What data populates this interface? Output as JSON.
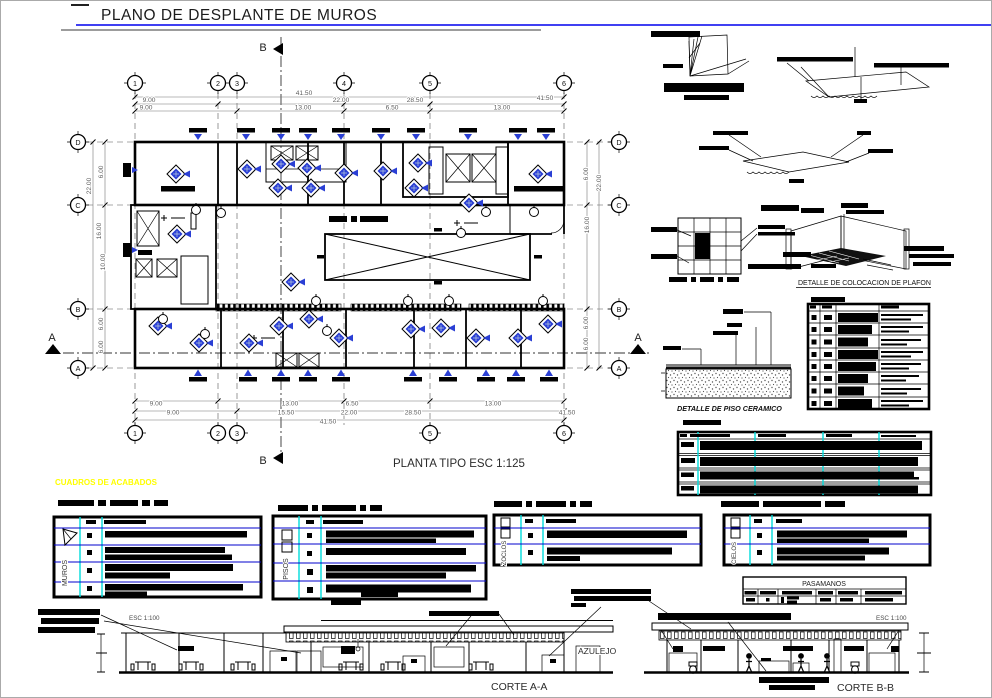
{
  "sheet": {
    "title": "PLANO DE DESPLANTE DE MUROS",
    "plan": {
      "caption": "PLANTA TIPO  ESC 1:125",
      "grid_cols": [
        "1",
        "2",
        "3",
        "4",
        "5",
        "6"
      ],
      "grid_rows": [
        "D",
        "C",
        "B",
        "A"
      ],
      "section_markers": {
        "a_left": "A",
        "a_right": "A",
        "b_top": "B",
        "b_bottom": "B"
      },
      "dims": {
        "top": [
          "41.50",
          "41.50",
          "9.00",
          "22.00",
          "28.50",
          "9.00",
          "13.00",
          "6.50",
          "13.00"
        ],
        "bottom": [
          "9.00",
          "13.00",
          "6.50",
          "13.00",
          "9.00",
          "15.50",
          "22.00",
          "28.50",
          "41.50",
          "41.50"
        ],
        "left": [
          "22.00",
          "6.00",
          "16.00",
          "10.00",
          "6.00",
          "6.00"
        ],
        "right": [
          "22.00",
          "6.00",
          "16.00",
          "6.00",
          "6.00"
        ]
      }
    },
    "details": {
      "plafon_caption": "DETALLE DE  COLOCACION DE PLAFON",
      "piso_caption": "DETALLE DE PISO CERAMICO"
    },
    "finishes": {
      "heading": "CUADROS DE ACABADOS",
      "tables": [
        {
          "label": "MUROS"
        },
        {
          "label": "PISOS"
        },
        {
          "label": "ZOCLOS"
        },
        {
          "label": "CIELOS"
        }
      ],
      "pasamanos_title": "PASAMANOS"
    },
    "sections": {
      "corte_a": {
        "label": "CORTE A-A",
        "scale": "ESC 1:100"
      },
      "corte_b": {
        "label": "CORTE B-B",
        "scale": "ESC 1:100"
      },
      "azulejo_label": "AZULEJO"
    },
    "colors": {
      "title_underline": "#0000ee",
      "symbol_blue": "#2a3fd4",
      "table_line_blue": "#0000cc",
      "table_line_cyan": "#00dcdc",
      "heading_yellow": "#ffff00"
    }
  }
}
